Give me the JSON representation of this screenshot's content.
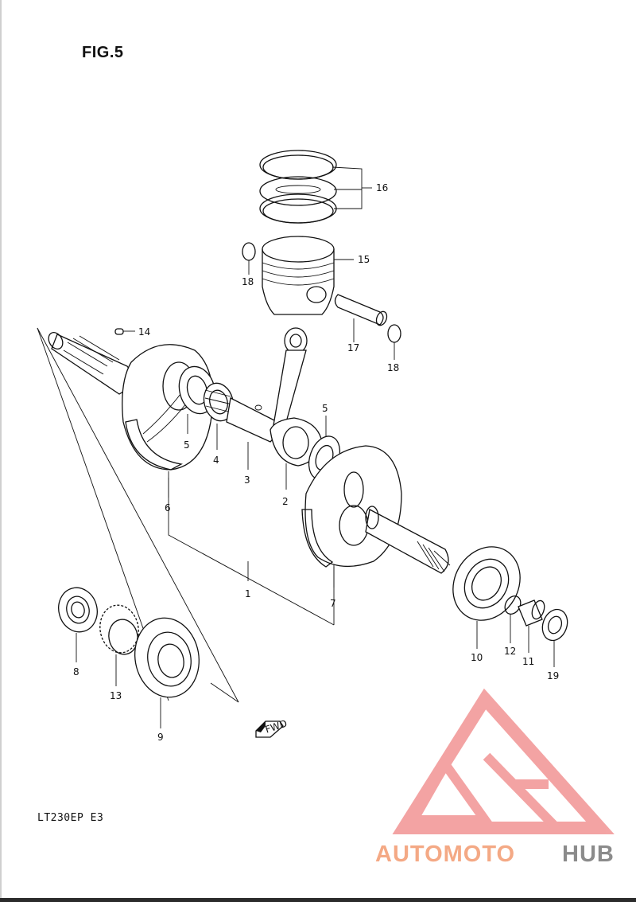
{
  "figure": {
    "title": "FIG.5",
    "model_code": "LT230EP  E3"
  },
  "callouts": [
    {
      "id": "16",
      "label": "16"
    },
    {
      "id": "15",
      "label": "15"
    },
    {
      "id": "18a",
      "label": "18"
    },
    {
      "id": "14",
      "label": "14"
    },
    {
      "id": "17",
      "label": "17"
    },
    {
      "id": "18b",
      "label": "18"
    },
    {
      "id": "5a",
      "label": "5"
    },
    {
      "id": "4",
      "label": "4"
    },
    {
      "id": "3",
      "label": "3"
    },
    {
      "id": "5b",
      "label": "5"
    },
    {
      "id": "2",
      "label": "2"
    },
    {
      "id": "6",
      "label": "6"
    },
    {
      "id": "1",
      "label": "1"
    },
    {
      "id": "7",
      "label": "7"
    },
    {
      "id": "8",
      "label": "8"
    },
    {
      "id": "13",
      "label": "13"
    },
    {
      "id": "9",
      "label": "9"
    },
    {
      "id": "10",
      "label": "10"
    },
    {
      "id": "12",
      "label": "12"
    },
    {
      "id": "11",
      "label": "11"
    },
    {
      "id": "19",
      "label": "19"
    }
  ],
  "fwd_marker": {
    "label": "FWD"
  },
  "watermark": {
    "text_part1": "AUTOMOTO",
    "text_part2": "HUB",
    "color_part1": "#f4a985",
    "color_part2": "#8b8b8b",
    "logo_color": "#f08a8a"
  },
  "colors": {
    "line": "#111111",
    "paper": "#ffffff"
  }
}
